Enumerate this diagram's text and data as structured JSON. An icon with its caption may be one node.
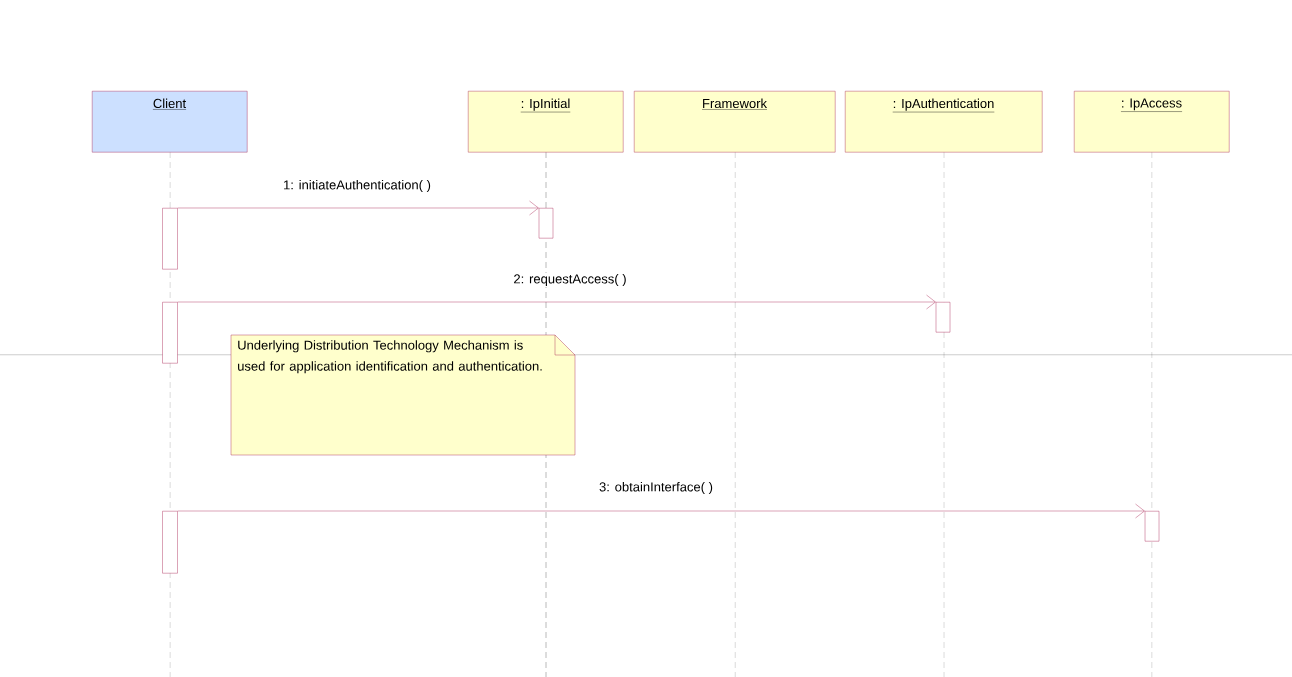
{
  "diagram": {
    "nodes": [
      {
        "text": [
          "Client"
        ]
      },
      {
        "text": [
          ": IpInitial"
        ]
      },
      {
        "text": [
          "Framework"
        ]
      },
      {
        "text": [
          ": IpAuthentication"
        ]
      },
      {
        "text": [
          ": IpAccess"
        ]
      },
      {
        "text": [
          "Underlying Distribution Technology Mechanism is used for application identification and authentication."
        ]
      },
      {
        "text": [],
        "shape": "bar"
      },
      {
        "text": [],
        "shape": "bar"
      },
      {
        "text": [],
        "shape": "bar"
      },
      {
        "text": [],
        "shape": "bar"
      },
      {
        "text": [],
        "shape": "bar"
      },
      {
        "text": [],
        "shape": "bar"
      }
    ],
    "edges": [
      {
        "from": 6,
        "to": 7,
        "arrow": "to",
        "label": "1: initiateAuthentication(  )"
      },
      {
        "from": 8,
        "to": 9,
        "arrow": "to",
        "label": "2: requestAccess(  )"
      },
      {
        "from": 10,
        "to": 11,
        "arrow": "to",
        "label": "3: obtainInterface( )"
      }
    ]
  }
}
